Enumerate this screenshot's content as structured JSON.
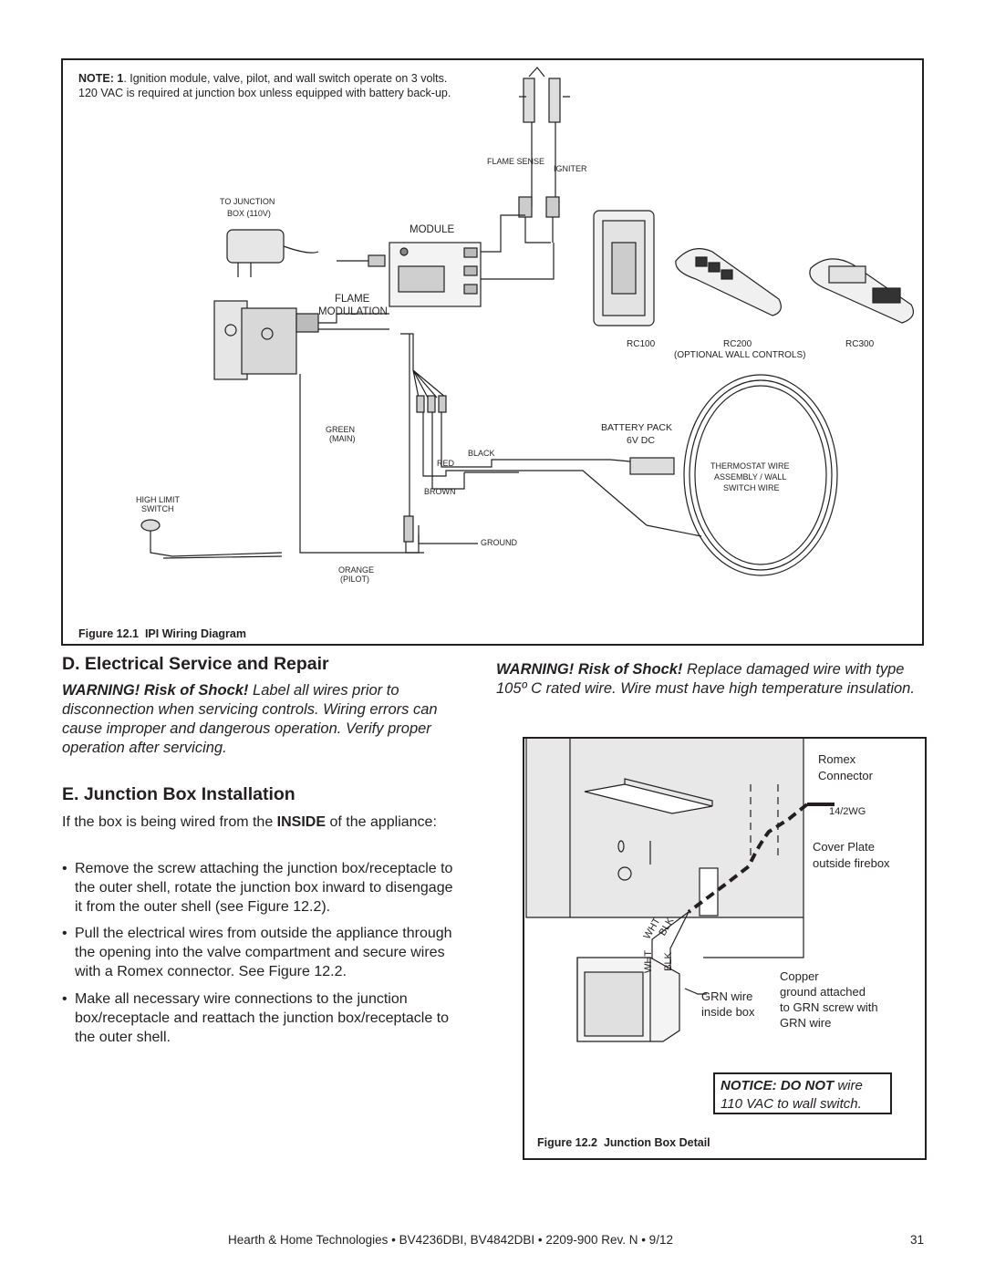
{
  "figure1": {
    "note_bold": "NOTE: 1",
    "note_text": ". Ignition module, valve, pilot, and wall switch operate on 3 volts. 120 VAC is required at junction box unless equipped with battery back-up.",
    "labels": {
      "flame_sense": "FLAME SENSE",
      "igniter": "IGNITER",
      "to_junction": "TO JUNCTION",
      "box_110v": "BOX (110V)",
      "module": "MODULE",
      "flame": "FLAME",
      "modulation": "MODULATION",
      "rc100": "RC100",
      "rc200": "RC200",
      "rc300": "RC300",
      "optional_wall_controls": "(OPTIONAL WALL CONTROLS)",
      "green": "GREEN",
      "main": "(MAIN)",
      "battery_pack": "BATTERY PACK",
      "6v_dc": "6V DC",
      "black": "BLACK",
      "red": "RED",
      "thermostat_1": "THERMOSTAT WIRE",
      "thermostat_2": "ASSEMBLY / WALL",
      "thermostat_3": "SWITCH WIRE",
      "brown": "BROWN",
      "high_limit": "HIGH LIMIT",
      "switch": "SWITCH",
      "ground": "GROUND",
      "orange": "ORANGE",
      "pilot": "(PILOT)"
    },
    "caption_num": "Figure 12.1",
    "caption_title": "IPI Wiring Diagram"
  },
  "sectionD": {
    "heading": "D.  Electrical Service and Repair",
    "warning_bold": "WARNING! Risk of Shock!",
    "warning_text": " Label all wires prior to disconnection when servicing controls. Wiring errors can cause improper and dangerous operation. Verify proper operation after servicing."
  },
  "sectionE": {
    "heading": "E.  Junction Box Installation",
    "intro_pre": "If the box is being wired from the ",
    "intro_bold": "INSIDE",
    "intro_post": " of the appliance:",
    "bullets": [
      "Remove the screw attaching the junction box/receptacle to the outer shell, rotate the junction box inward to disengage it from the outer shell (see Figure 12.2).",
      "Pull the electrical wires from outside the appliance through the opening into the valve compartment and secure wires with a Romex connector. See Figure 12.2.",
      "Make all necessary wire connections to the  junction box/receptacle and reattach the junction box/receptacle to the outer shell."
    ]
  },
  "right_warning": {
    "bold": "WARNING! Risk of Shock!",
    "text": " Replace damaged wire with type 105º C rated wire. Wire must have high temperature insulation."
  },
  "figure2": {
    "romex": "Romex",
    "connector": "Connector",
    "wire_gauge": "14/2WG",
    "cover_plate": "Cover Plate",
    "outside_firebox": "outside firebox",
    "wht": "WHT",
    "blk": "BLK",
    "copper_1": "Copper",
    "copper_2": "ground attached",
    "copper_3": "to GRN screw with",
    "copper_4": "GRN wire",
    "grn_wire_1": "GRN wire",
    "grn_wire_2": "inside box",
    "notice_bold": "NOTICE: DO NOT",
    "notice_text_1": " wire",
    "notice_text_2": "110 VAC to wall switch.",
    "caption_num": "Figure 12.2",
    "caption_title": "Junction Box Detail"
  },
  "footer": {
    "text": "Hearth & Home Technologies  •  BV4236DBI, BV4842DBI  •  2209-900 Rev. N  •  9/12",
    "page": "31"
  }
}
